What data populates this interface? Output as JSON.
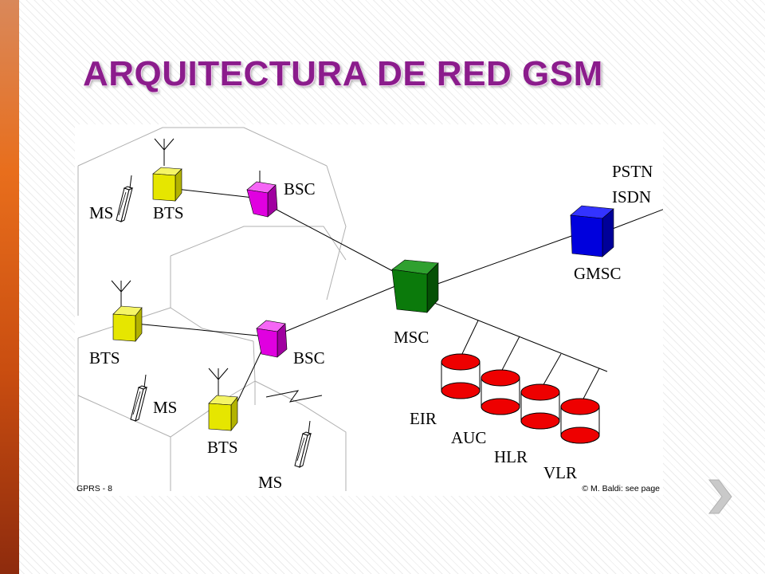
{
  "slide": {
    "title": "ARQUITECTURA DE RED GSM",
    "accent_color": "#8b1c8c",
    "side_bar_color": "#e86e1c"
  },
  "diagram": {
    "nodes": {
      "bsc_top": "BSC",
      "bsc_bottom": "BSC",
      "bts_top": "BTS",
      "bts_middle": "BTS",
      "bts_bottom": "BTS",
      "ms_top": "MS",
      "ms_middle": "MS",
      "ms_bottom": "MS",
      "msc": "MSC",
      "gmsc": "GMSC",
      "pstn": "PSTN",
      "isdn": "ISDN",
      "eir": "EIR",
      "auc": "AUC",
      "hlr": "HLR",
      "vlr": "VLR"
    },
    "colors": {
      "bts": "#e6e600",
      "bsc": "#e000e0",
      "msc": "#0b7a0b",
      "gmsc": "#0000dd",
      "database": "#ee0000"
    },
    "footer_left": "GPRS - 8",
    "footer_right": "© M. Baldi: see page"
  },
  "navigation": {
    "next_icon": "chevron-right-icon"
  }
}
